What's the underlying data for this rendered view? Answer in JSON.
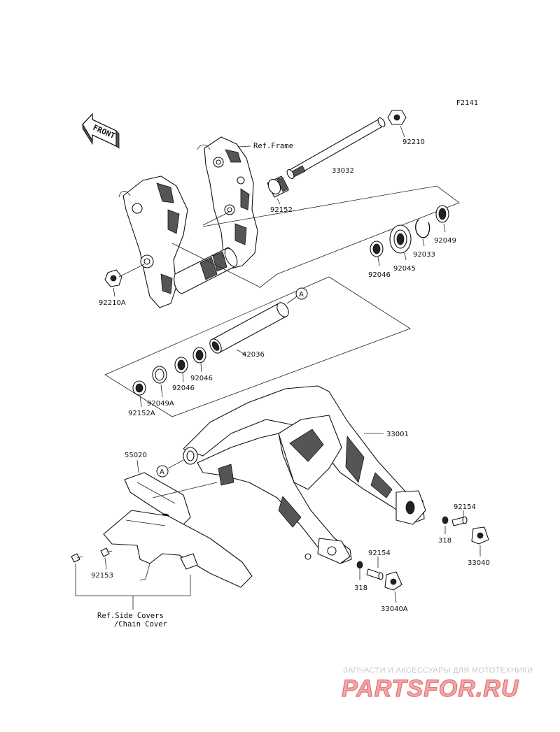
{
  "figure_code": "F2141",
  "front_label": "FRONT",
  "ref_labels": {
    "frame": "Ref.Frame",
    "side_covers_line1": "Ref.Side Covers",
    "side_covers_line2": "/Chain Cover"
  },
  "callout_letter": "A",
  "parts": [
    {
      "id": "92210",
      "name": "nut"
    },
    {
      "id": "33032",
      "name": "pivot shaft"
    },
    {
      "id": "92152",
      "name": "collar"
    },
    {
      "id": "92049",
      "name": "oil seal"
    },
    {
      "id": "92033",
      "name": "circlip"
    },
    {
      "id": "92045",
      "name": "ball bearing"
    },
    {
      "id": "92046",
      "name": "needle bearing"
    },
    {
      "id": "92210A",
      "name": "nut"
    },
    {
      "id": "42036",
      "name": "sleeve"
    },
    {
      "id": "92046",
      "name": "needle bearing"
    },
    {
      "id": "92046",
      "name": "needle bearing"
    },
    {
      "id": "92049A",
      "name": "oil seal"
    },
    {
      "id": "92152A",
      "name": "collar"
    },
    {
      "id": "33001",
      "name": "swingarm"
    },
    {
      "id": "55020",
      "name": "chain guide"
    },
    {
      "id": "92154",
      "name": "bolt"
    },
    {
      "id": "318",
      "name": "nut"
    },
    {
      "id": "33040",
      "name": "chain adjuster"
    },
    {
      "id": "92154",
      "name": "bolt"
    },
    {
      "id": "318",
      "name": "nut"
    },
    {
      "id": "33040A",
      "name": "chain adjuster"
    },
    {
      "id": "92153",
      "name": "bolt"
    }
  ],
  "watermark": {
    "tagline": "ЗАПЧАСТИ И АКСЕССУАРЫ ДЛЯ МОТОТЕХНИКИ",
    "brand": "PARTSFOR.RU"
  }
}
